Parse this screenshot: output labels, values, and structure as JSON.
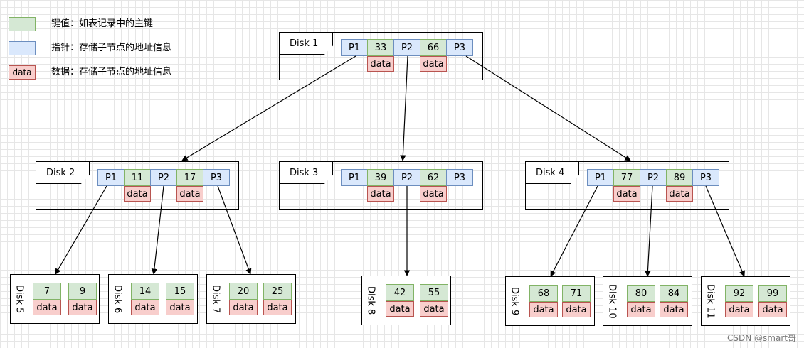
{
  "legend": {
    "key_text": "键值：如表记录中的主键",
    "pointer_text": "指针：存储子节点的地址信息",
    "data_swatch": "data",
    "data_text": "数据：存储子节点的地址信息"
  },
  "colors": {
    "key": "#d5e8d4",
    "pointer": "#dae8fc",
    "data": "#f8cecc"
  },
  "disks": {
    "d1": {
      "name": "Disk 1",
      "cells": [
        "P1",
        "33",
        "P2",
        "66",
        "P3"
      ],
      "data": [
        "data",
        "data"
      ]
    },
    "d2": {
      "name": "Disk 2",
      "cells": [
        "P1",
        "11",
        "P2",
        "17",
        "P3"
      ],
      "data": [
        "data",
        "data"
      ]
    },
    "d3": {
      "name": "Disk 3",
      "cells": [
        "P1",
        "39",
        "P2",
        "62",
        "P3"
      ],
      "data": [
        "data",
        "data"
      ]
    },
    "d4": {
      "name": "Disk 4",
      "cells": [
        "P1",
        "77",
        "P2",
        "89",
        "P3"
      ],
      "data": [
        "data",
        "data"
      ]
    }
  },
  "leaves": [
    {
      "name": "Disk 5",
      "keys": [
        "7",
        "9"
      ],
      "data": [
        "data",
        "data"
      ]
    },
    {
      "name": "Disk 6",
      "keys": [
        "14",
        "15"
      ],
      "data": [
        "data",
        "data"
      ]
    },
    {
      "name": "Disk 7",
      "keys": [
        "20",
        "25"
      ],
      "data": [
        "data",
        "data"
      ]
    },
    {
      "name": "Disk 8",
      "keys": [
        "42",
        "55"
      ],
      "data": [
        "data",
        "data"
      ]
    },
    {
      "name": "Disk 9",
      "keys": [
        "68",
        "71"
      ],
      "data": [
        "data",
        "data"
      ]
    },
    {
      "name": "Disk 10",
      "keys": [
        "80",
        "84"
      ],
      "data": [
        "data",
        "data"
      ]
    },
    {
      "name": "Disk 11",
      "keys": [
        "92",
        "99"
      ],
      "data": [
        "data",
        "data"
      ]
    }
  ],
  "watermark": "CSDN @smart哥"
}
